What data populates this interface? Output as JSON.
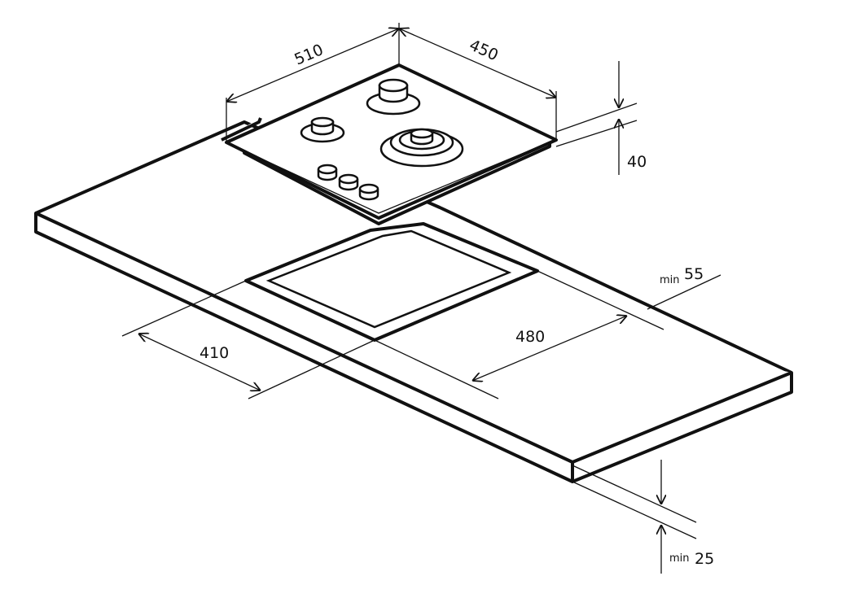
{
  "diagram": {
    "dimensions": {
      "hob_width": "510",
      "hob_depth": "450",
      "hob_height": "40",
      "min_back_distance_prefix": "min",
      "min_back_distance_value": "55",
      "cutout_width": "480",
      "cutout_depth": "410",
      "min_thickness_prefix": "min",
      "min_thickness_value": "25"
    },
    "colors": {
      "line": "#111111",
      "background": "#ffffff"
    }
  }
}
